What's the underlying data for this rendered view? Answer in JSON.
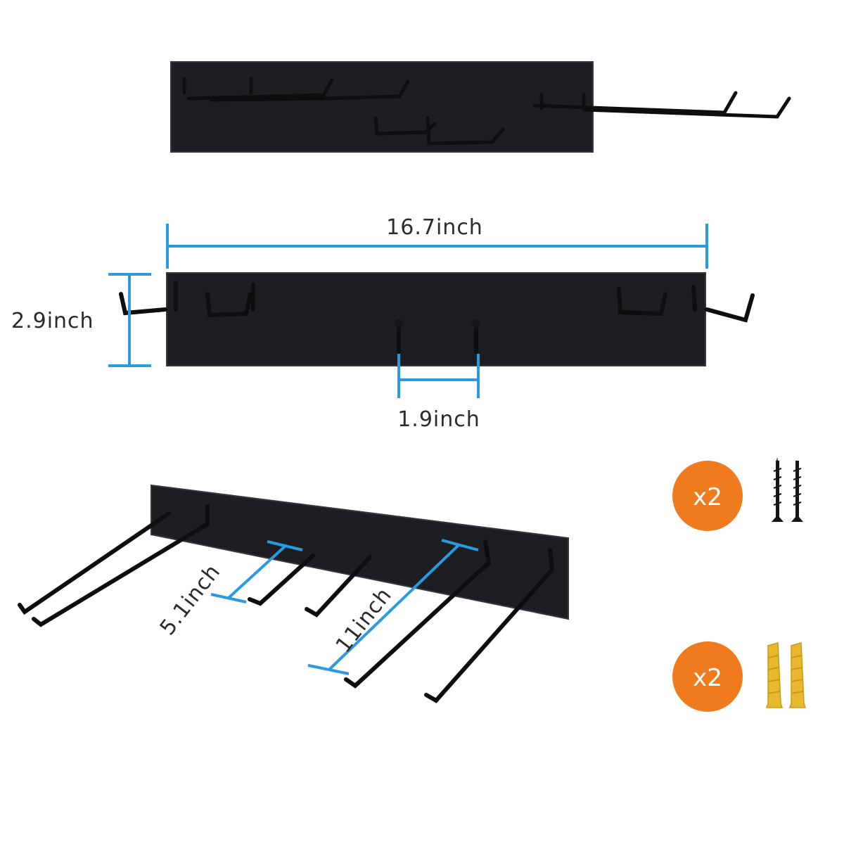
{
  "colors": {
    "plate": "#1c1e22",
    "plate_edge": "#2e3136",
    "hook": "#111214",
    "dimension": "#2a9be0",
    "badge": "#f07a1e",
    "anchor": "#e8b92c"
  },
  "dimensions": {
    "length": "16.7inch",
    "height": "2.9inch",
    "spacing": "1.9inch",
    "short_hook": "5.1inch",
    "long_hook": "11inch"
  },
  "accessories": [
    {
      "icon": "screw-icon",
      "quantity": "x2"
    },
    {
      "icon": "wall-anchor-icon",
      "quantity": "x2"
    }
  ]
}
